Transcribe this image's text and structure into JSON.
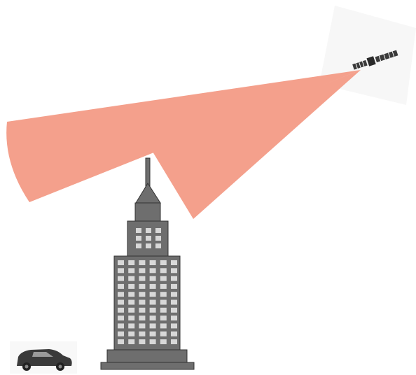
{
  "scene": {
    "background": "#ffffff",
    "elements": [
      {
        "name": "satellite-icon",
        "kind": "satellite",
        "color": "#3a3a3a"
      },
      {
        "name": "signal-beam-wide",
        "kind": "beam",
        "color": "#f4a08c"
      },
      {
        "name": "signal-beam-narrow",
        "kind": "beam",
        "color": "#f4a08c"
      },
      {
        "name": "skyscraper-building",
        "kind": "building",
        "color": "#6e6e6e",
        "outline": "#333333",
        "window_color": "#d8d8d8"
      },
      {
        "name": "car-icon",
        "kind": "car",
        "color": "#3a3a3a"
      }
    ]
  }
}
